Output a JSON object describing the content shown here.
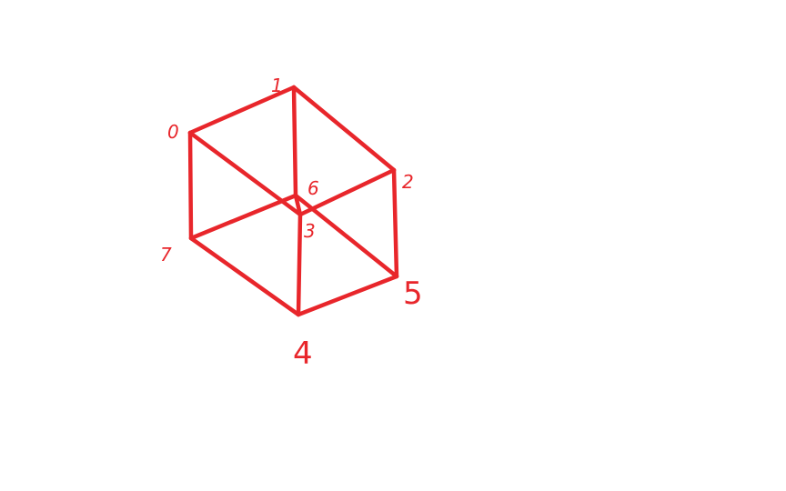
{
  "diagram": {
    "stroke_color": "#e8262b",
    "label_color": "#e8262b",
    "labels": {
      "v0": "0",
      "v1": "1",
      "v2": "2",
      "v3": "3",
      "v4": "4",
      "v5": "5",
      "v6": "6",
      "v7": "7"
    }
  }
}
